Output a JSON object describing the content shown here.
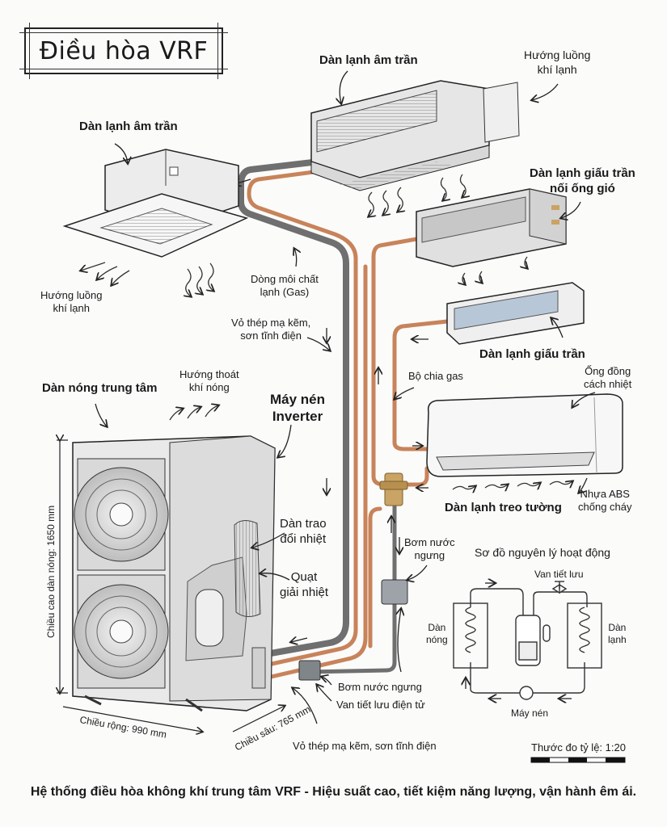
{
  "title": "Điều hòa VRF",
  "labels": {
    "cassette_unit": "Dàn lạnh âm trần",
    "ducted_unit_top": "Dàn lạnh âm trần",
    "airflow_top_right": [
      "Hướng luồng",
      "khí lạnh"
    ],
    "concealed_duct_unit": [
      "Dàn lạnh giấu trần",
      "nối ống gió"
    ],
    "airflow_left": [
      "Hướng luồng",
      "khí lạnh"
    ],
    "refrigerant_flow": [
      "Dòng môi chất",
      "lạnh (Gas)"
    ],
    "casing_upper": [
      "Vỏ thép mạ kẽm,",
      "sơn tĩnh điện"
    ],
    "concealed_unit": "Dàn lạnh giấu trần",
    "gas_splitter": "Bộ chia gas",
    "copper_pipe": [
      "Ống đồng",
      "cách nhiệt"
    ],
    "outdoor_unit": "Dàn nóng trung tâm",
    "hot_air": [
      "Hướng thoát",
      "khí nóng"
    ],
    "compressor": [
      "Máy nén",
      "Inverter"
    ],
    "heat_exchanger": [
      "Dàn trao",
      "đổi nhiệt"
    ],
    "cooling_fan": [
      "Quạt",
      "giải nhiệt"
    ],
    "wall_unit": "Dàn lạnh treo tường",
    "abs_plastic": [
      "Nhựa ABS",
      "chống cháy"
    ],
    "condensate_pump_upper": [
      "Bơm nước",
      "ngưng"
    ],
    "condensate_pump_lower": "Bơm nước ngưng",
    "expansion_valve": "Van tiết lưu điện tử",
    "casing_lower": "Vỏ thép mạ kẽm, sơn tĩnh điện",
    "height_dim": "Chiều cao dàn nóng: 1650 mm",
    "width_dim": "Chiều rộng: 990 mm",
    "depth_dim": "Chiều sâu: 765 mm"
  },
  "schematic": {
    "title": "Sơ đồ nguyên lý hoạt động",
    "valve": "Van tiết lưu",
    "condenser": [
      "Dàn",
      "nóng"
    ],
    "evaporator": [
      "Dàn",
      "lạnh"
    ],
    "compressor": "Máy nén"
  },
  "scale": "Thước đo tỷ lệ: 1:20",
  "caption": "Hệ thống điều hòa không khí trung tâm VRF - Hiệu suất cao, tiết kiệm năng lượng, vận hành êm ái.",
  "colors": {
    "copper": "#c8835a",
    "insulated": "#6f6f6f",
    "brass": "#c9a464",
    "ink": "#1a1a1a"
  }
}
